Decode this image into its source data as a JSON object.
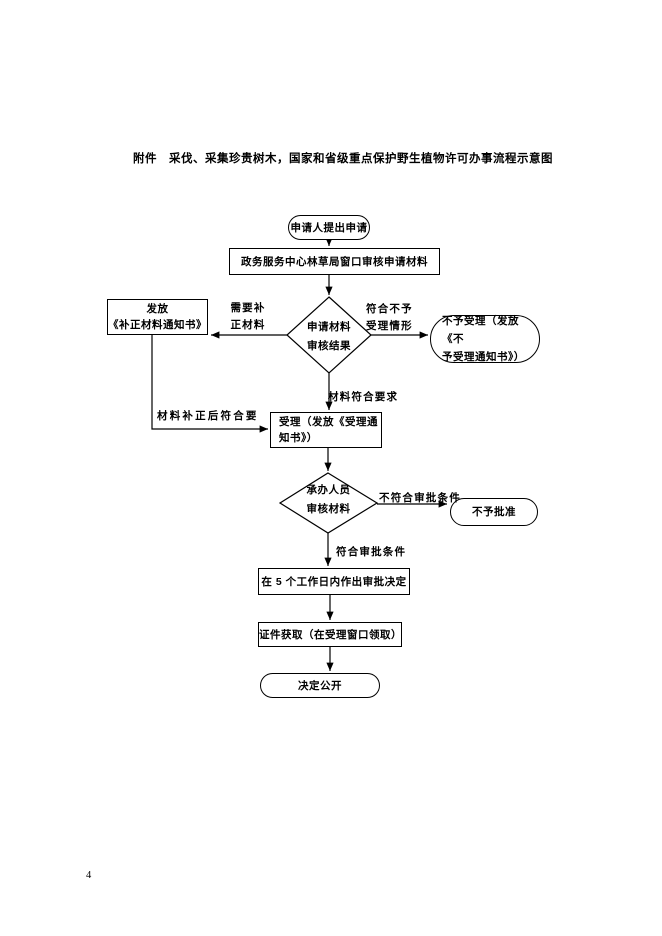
{
  "title": "附件　采伐、采集珍贵树木，国家和省级重点保护野生植物许可办事流程示意图",
  "page_number": "4",
  "colors": {
    "line": "#000000",
    "text": "#000000",
    "background": "#ffffff"
  },
  "flowchart": {
    "nodes": [
      {
        "id": "start",
        "shape": "stadium",
        "text": "申请人提出申请"
      },
      {
        "id": "window-review",
        "shape": "rect",
        "text": "政务服务中心林草局窗口审核申请材料"
      },
      {
        "id": "review-result",
        "shape": "diamond",
        "text": "申请材料\n审核结果"
      },
      {
        "id": "issue-correction-notice",
        "shape": "rect",
        "text": "发放\n《补正材料通知书》"
      },
      {
        "id": "reject-acceptance",
        "shape": "stadium",
        "text": "不予受理（发放《不\n予受理通知书》）"
      },
      {
        "id": "accept",
        "shape": "rect",
        "text": "受理（发放《受理通\n知书》）"
      },
      {
        "id": "staff-review",
        "shape": "diamond",
        "text": "承办人员\n审核材料"
      },
      {
        "id": "not-approved",
        "shape": "stadium",
        "text": "不予批准"
      },
      {
        "id": "decision-in-5-days",
        "shape": "rect",
        "text": "在 5 个工作日内作出审批决定"
      },
      {
        "id": "certificate-pickup",
        "shape": "rect",
        "text": "证件获取（在受理窗口领取）"
      },
      {
        "id": "decision-public",
        "shape": "stadium",
        "text": "决定公开"
      }
    ],
    "edge_labels": [
      {
        "id": "need-correction",
        "text": "需要补\n正材料"
      },
      {
        "id": "not-acceptable",
        "text": "符合不予\n受理情形"
      },
      {
        "id": "material-ok",
        "text": "材料符合要求"
      },
      {
        "id": "after-correction",
        "text": "材料补正后符合要"
      },
      {
        "id": "not-meet-approval",
        "text": "不符合审批条件"
      },
      {
        "id": "meet-approval",
        "text": "符合审批条件"
      }
    ]
  }
}
